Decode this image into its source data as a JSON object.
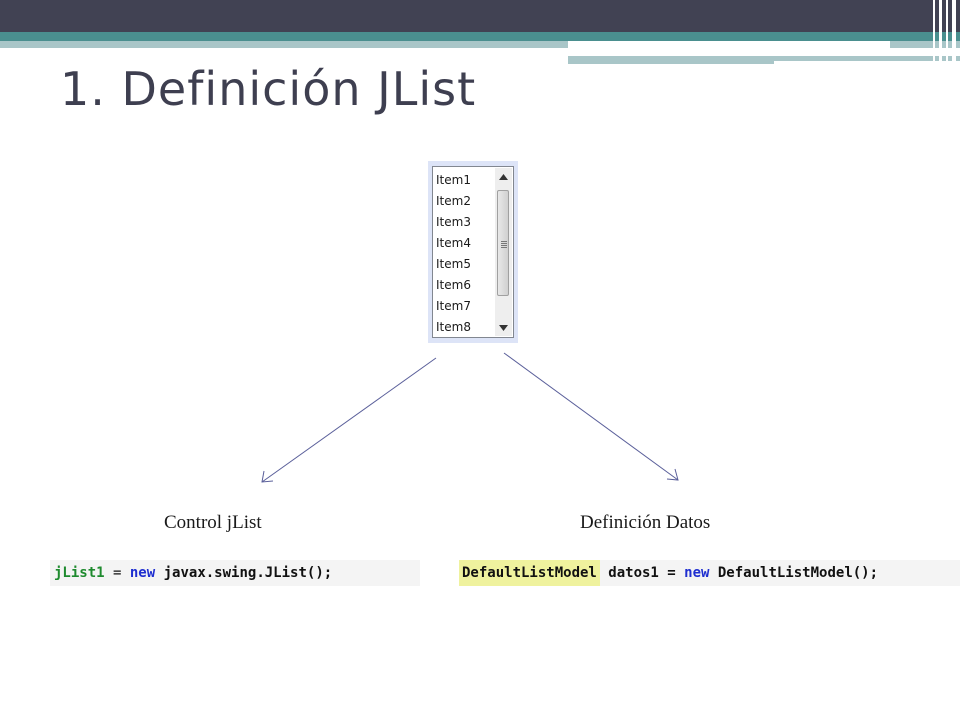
{
  "slide": {
    "title": "1. Definición JList"
  },
  "jlist": {
    "items": [
      "Item1",
      "Item2",
      "Item3",
      "Item4",
      "Item5",
      "Item6",
      "Item7",
      "Item8"
    ]
  },
  "captions": {
    "left": "Control jList",
    "right": "Definición Datos"
  },
  "code_left": {
    "variable": "jList1",
    "equals": " = ",
    "keyword": "new",
    "expression": " javax.swing.JList();"
  },
  "code_right": {
    "type": "DefaultListModel",
    "variable": " datos1 = ",
    "keyword": "new",
    "expression": " DefaultListModel();"
  },
  "colors": {
    "header_dark": "#414253",
    "header_teal": "#4a8f8f",
    "title": "#3e3f50",
    "code_keyword": "#1f2fd0",
    "code_variable": "#1e8a2e",
    "code_highlight": "#eff29e",
    "arrow": "#5a5f9a"
  },
  "icons": {
    "scroll_up": "arrow-up-icon",
    "scroll_down": "arrow-down-icon"
  }
}
